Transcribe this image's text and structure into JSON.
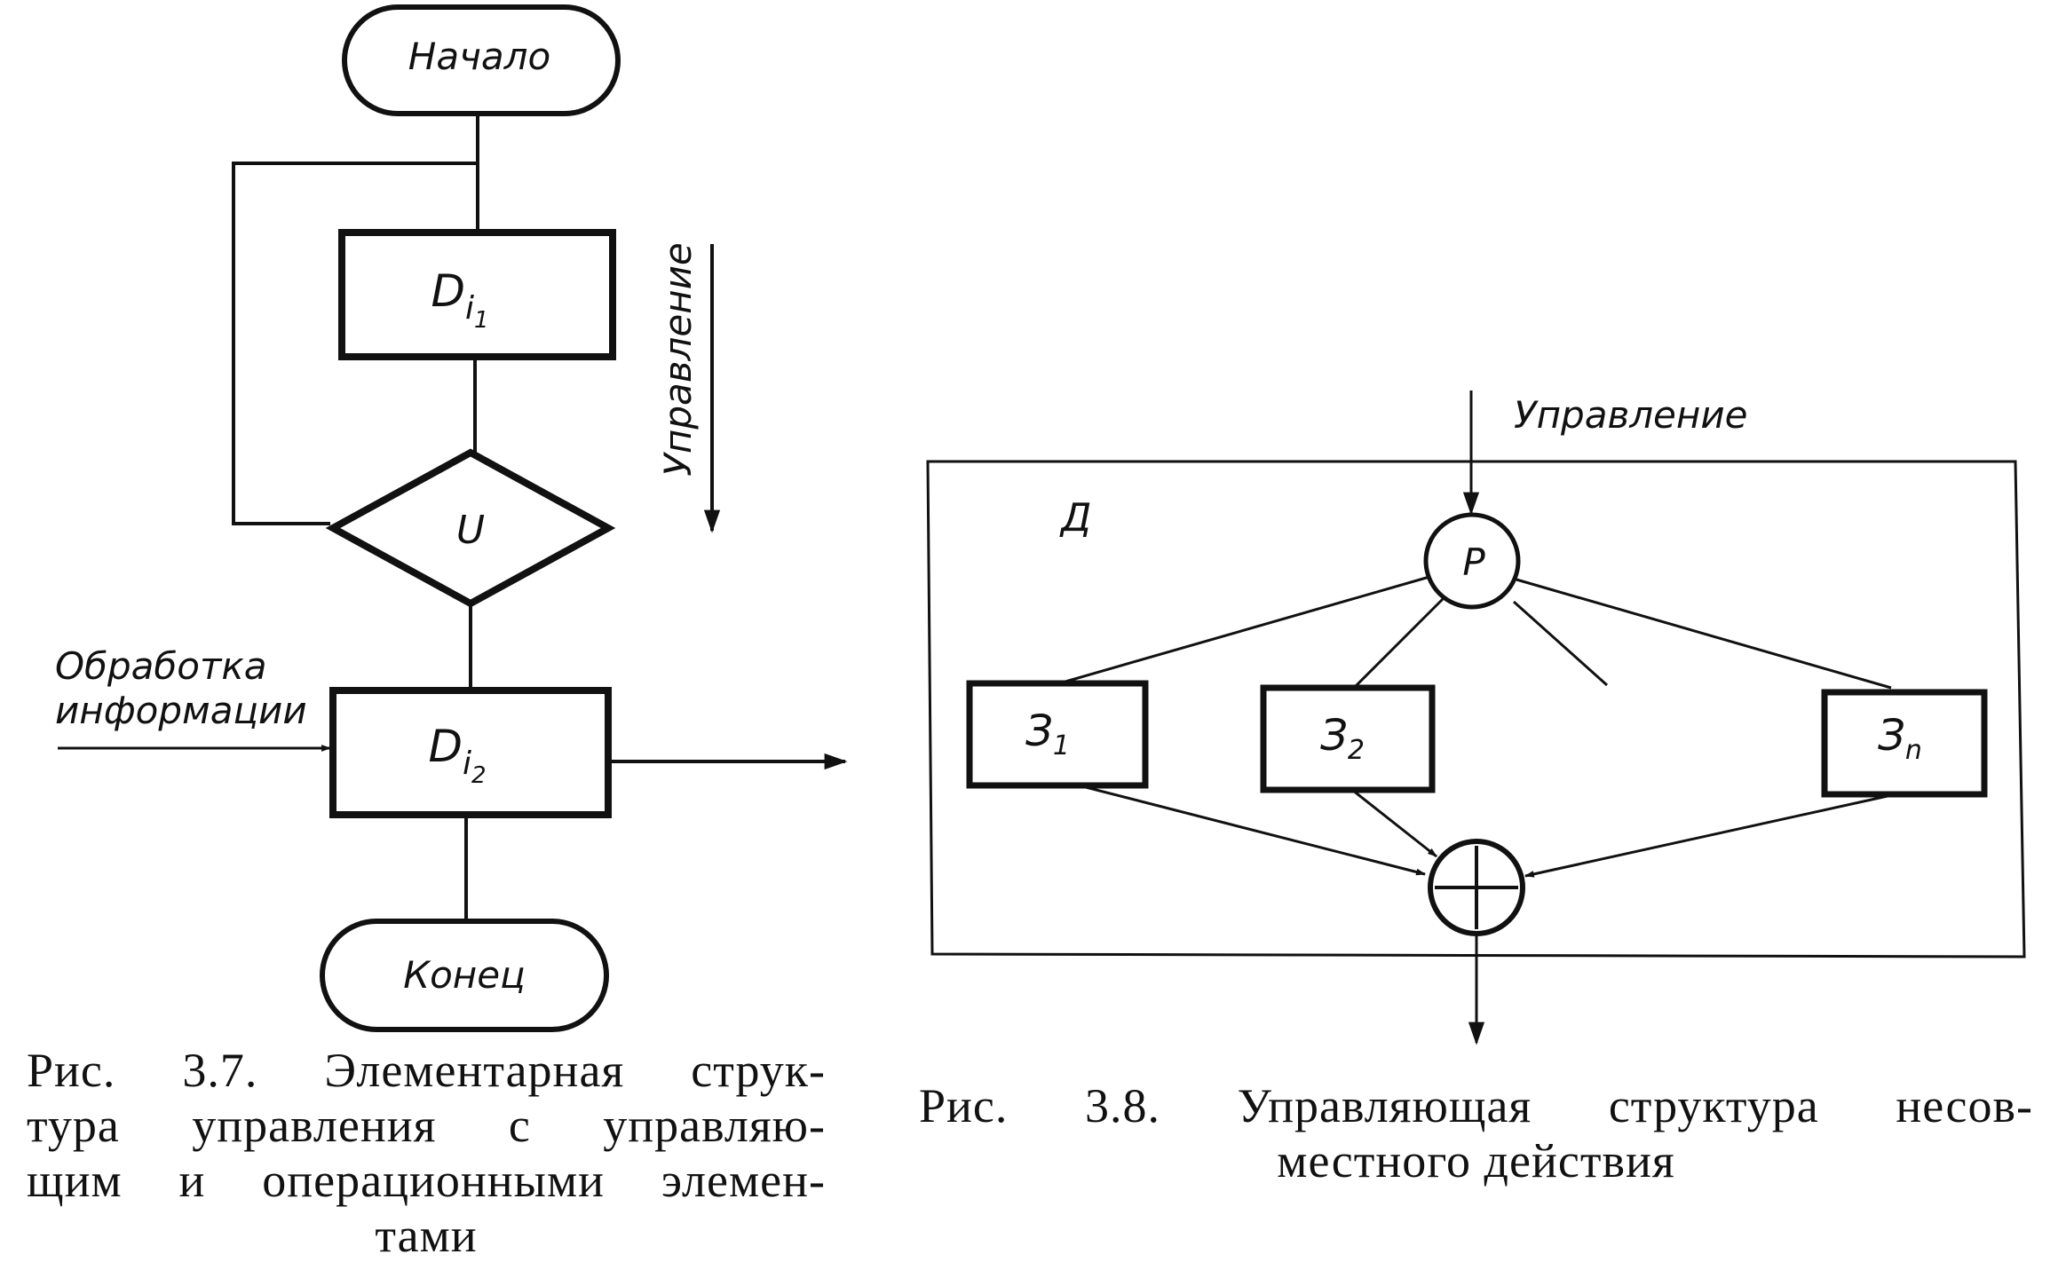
{
  "fig37": {
    "start": "Начало",
    "end": "Конец",
    "block1": "D",
    "block1_sub": "i",
    "block1_subsub": "1",
    "decision": "U",
    "block2": "D",
    "block2_sub": "i",
    "block2_subsub": "2",
    "control_label": "Управление",
    "input_label_1": "Обработка",
    "input_label_2": "информации",
    "caption": [
      "Рис. 3.7. Элементарная струк-",
      "тура управления с управляю-",
      "щим и операционными элемен-",
      "тами"
    ]
  },
  "fig38": {
    "control_label": "Управление",
    "container_label": "Д",
    "splitter": "P",
    "z1": "З",
    "z1_sub": "1",
    "z2": "З",
    "z2_sub": "2",
    "zn": "З",
    "zn_sub": "n",
    "caption": [
      "Рис. 3.8. Управляющая структура несов-",
      "местного действия"
    ]
  },
  "colors": {
    "ink": "#111111",
    "paper": "#ffffff"
  }
}
